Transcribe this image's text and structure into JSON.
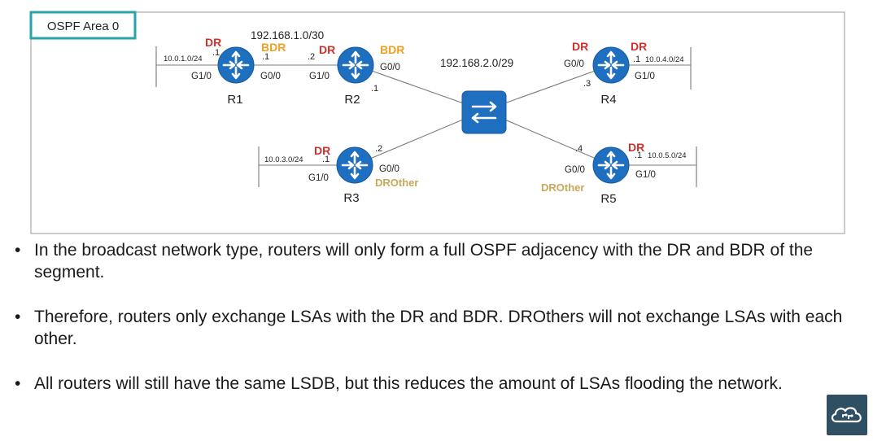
{
  "area_label": "OSPF Area 0",
  "networks": {
    "r1_r2": "192.168.1.0/30",
    "switch": "192.168.2.0/29",
    "r1_lan": "10.0.1.0/24",
    "r3_lan": "10.0.3.0/24",
    "r4_lan": "10.0.4.0/24",
    "r5_lan": "10.0.5.0/24"
  },
  "routers": [
    {
      "name": "R1",
      "roles": [
        "DR",
        "BDR"
      ]
    },
    {
      "name": "R2",
      "roles": [
        "DR",
        "BDR"
      ]
    },
    {
      "name": "R3",
      "roles": [
        "DR",
        "DROther"
      ]
    },
    {
      "name": "R4",
      "roles": [
        "DR",
        "DR"
      ]
    },
    {
      "name": "R5",
      "roles": [
        "DR",
        "DROther"
      ]
    }
  ],
  "labels": {
    "r1_dr": "DR",
    "r1_bdr": "BDR",
    "r1_g10": "G1/0",
    "r1_g00": "G0/0",
    "r1_lan_ip": ".1",
    "r1_link_ip": ".1",
    "r2_dr": "DR",
    "r2_bdr": "BDR",
    "r2_g10": "G1/0",
    "r2_g00": "G0/0",
    "r2_link_ip": ".2",
    "r2_sw_ip": ".1",
    "r3_dr": "DR",
    "r3_drother": "DROther",
    "r3_g10": "G1/0",
    "r3_g00": "G0/0",
    "r3_lan_ip": ".1",
    "r3_sw_ip": ".2",
    "r4_dr_left": "DR",
    "r4_dr_right": "DR",
    "r4_g00": "G0/0",
    "r4_g10": "G1/0",
    "r4_lan_ip": ".1",
    "r4_sw_ip": ".3",
    "r5_dr": "DR",
    "r5_drother": "DROther",
    "r5_g00": "G0/0",
    "r5_g10": "G1/0",
    "r5_lan_ip": ".1",
    "r5_sw_ip": ".4"
  },
  "bullets": [
    "In the broadcast network type, routers will only form a full OSPF adjacency with the DR and BDR of the segment.",
    "Therefore, routers only exchange LSAs with the DR and BDR.  DROthers will not exchange LSAs with each other.",
    "All routers will still have the same LSDB, but this reduces the amount of LSAs flooding the network."
  ],
  "bullet_glyph": "•",
  "colors": {
    "dr": "#d0312d",
    "bdr": "#f0a020",
    "drother": "#c8a85a",
    "router_fill": "#1f6fc0",
    "area_border": "#2aa3a8",
    "badge_bg": "#2f4f63"
  },
  "icons": {
    "router": "router-icon",
    "switch": "switch-icon",
    "badge": "cloud-icon"
  }
}
